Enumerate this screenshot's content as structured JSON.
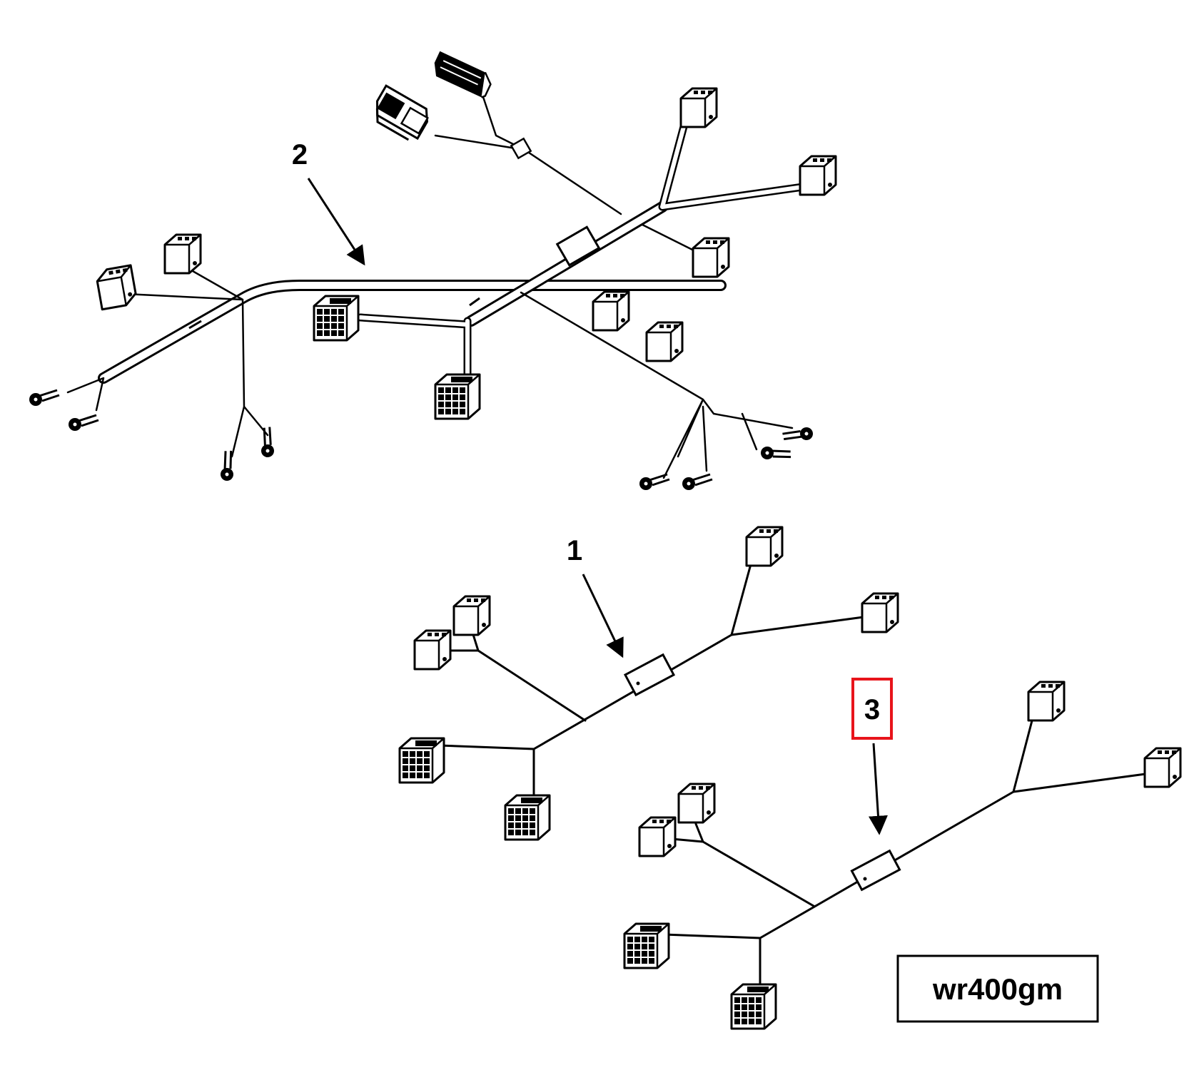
{
  "callouts": {
    "item_1": "1",
    "item_2": "2",
    "item_3": "3"
  },
  "highlight": {
    "target": "item_3",
    "color": "#e8141b"
  },
  "figure_code": "wr400gm",
  "colors": {
    "line": "#000000",
    "background": "#ffffff"
  }
}
